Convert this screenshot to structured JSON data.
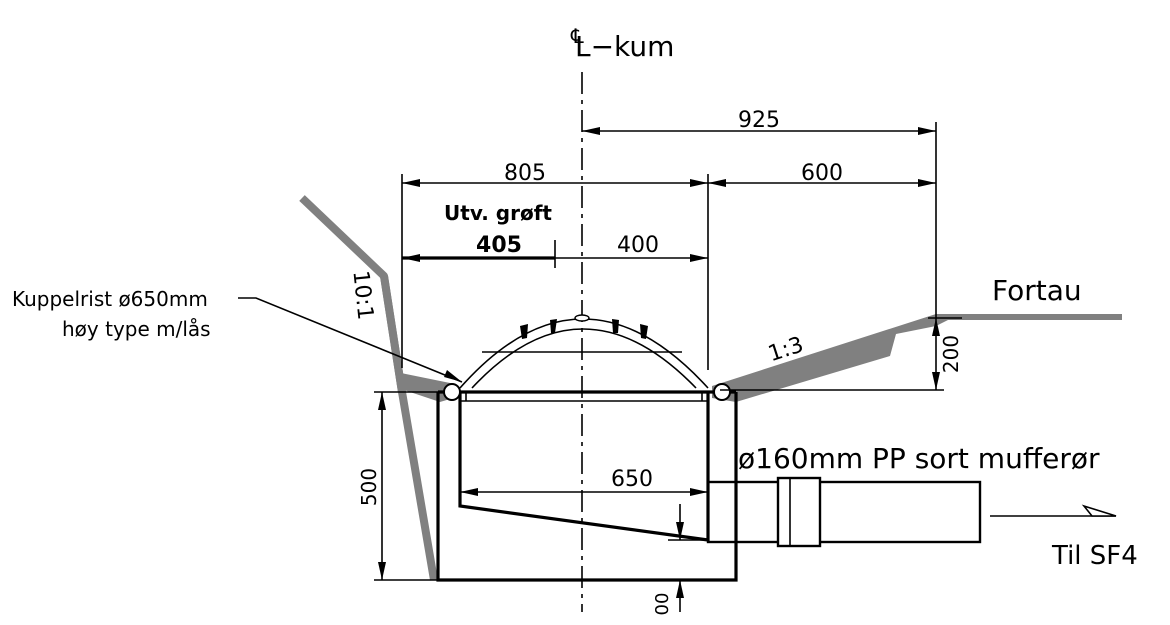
{
  "drawing": {
    "centerline_label": "L−kum",
    "centerline_symbol": "℄",
    "dimensions": {
      "d925": "925",
      "d805": "805",
      "d600": "600",
      "d405": "405",
      "d400": "400",
      "d200": "200",
      "d500": "500",
      "d650": "650",
      "d00": "00"
    },
    "labels": {
      "utv_groft": "Utv. grøft",
      "fortau": "Fortau",
      "slope_left": "10:1",
      "slope_right": "1:3",
      "kuppelrist_line1": "Kuppelrist ø650mm",
      "kuppelrist_line2": "høy type m/lås",
      "pipe": "ø160mm PP sort mufferør",
      "til": "Til SF4"
    },
    "colors": {
      "line": "#000000",
      "terrain": "#808080",
      "background": "#ffffff"
    }
  }
}
